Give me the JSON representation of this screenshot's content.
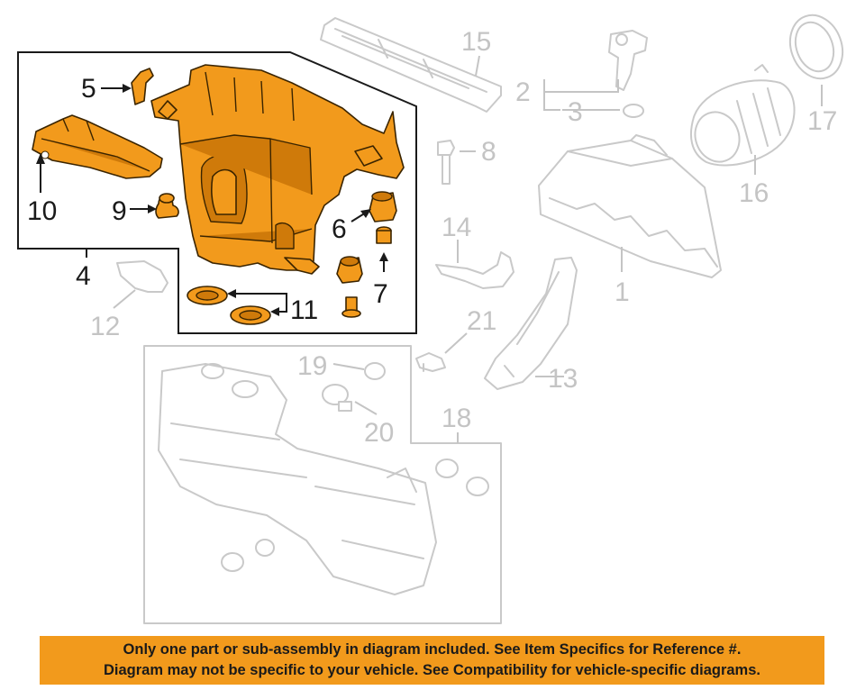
{
  "diagram": {
    "callouts_highlighted": [
      "4",
      "5",
      "6",
      "7",
      "9",
      "10",
      "11"
    ],
    "callouts_ghost": [
      "1",
      "2",
      "3",
      "8",
      "12",
      "13",
      "14",
      "15",
      "16",
      "17",
      "18",
      "19",
      "20",
      "21"
    ],
    "labels": {
      "n1": "1",
      "n2": "2",
      "n3": "3",
      "n4": "4",
      "n5": "5",
      "n6": "6",
      "n7": "7",
      "n8": "8",
      "n9": "9",
      "n10": "10",
      "n11": "11",
      "n12": "12",
      "n13": "13",
      "n14": "14",
      "n15": "15",
      "n16": "16",
      "n17": "17",
      "n18": "18",
      "n19": "19",
      "n20": "20",
      "n21": "21"
    },
    "colors": {
      "highlight": "#f29a1c",
      "ghost": "#c9c9c9",
      "ink": "#1a1a1a"
    }
  },
  "disclaimer": {
    "line1": "Only one part or sub-assembly in diagram included. See Item Specifics for Reference #.",
    "line2": "Diagram may not be specific to your vehicle. See Compatibility for vehicle-specific diagrams."
  }
}
